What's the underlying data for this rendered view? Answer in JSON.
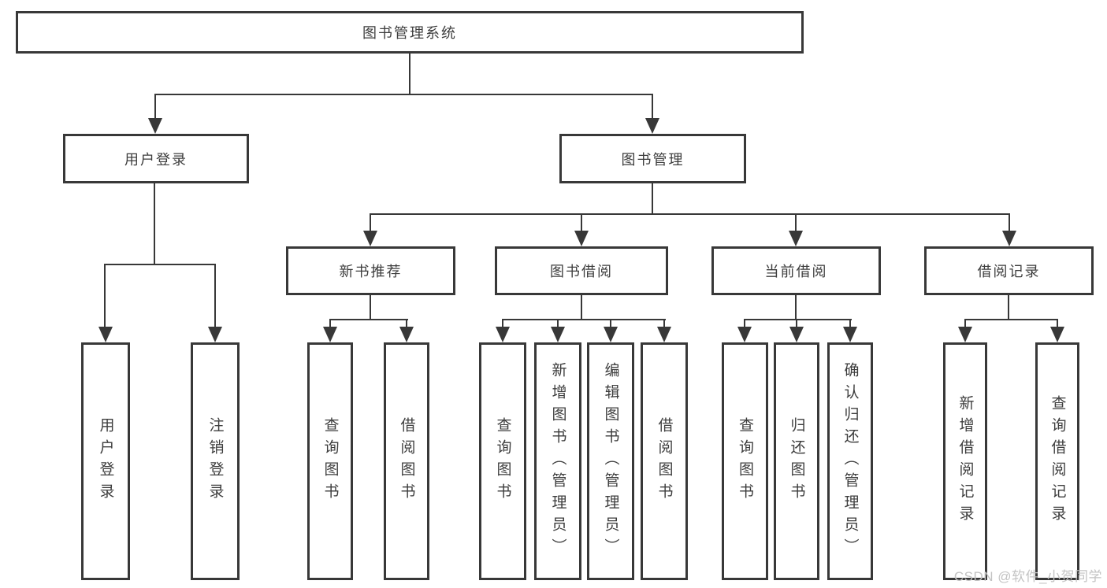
{
  "diagram_title": "图书管理系统",
  "tree": {
    "root": {
      "label": "图书管理系统"
    },
    "branches": [
      {
        "label": "用户登录",
        "children": [
          {
            "label": "用户登录"
          },
          {
            "label": "注销登录"
          }
        ]
      },
      {
        "label": "图书管理",
        "children": [
          {
            "label": "新书推荐",
            "children": [
              {
                "label": "查询图书"
              },
              {
                "label": "借阅图书"
              }
            ]
          },
          {
            "label": "图书借阅",
            "children": [
              {
                "label": "查询图书"
              },
              {
                "label": "新增图书（管理员）"
              },
              {
                "label": "编辑图书（管理员）"
              },
              {
                "label": "借阅图书"
              }
            ]
          },
          {
            "label": "当前借阅",
            "children": [
              {
                "label": "查询图书"
              },
              {
                "label": "归还图书"
              },
              {
                "label": "确认归还（管理员）"
              }
            ]
          },
          {
            "label": "借阅记录",
            "children": [
              {
                "label": "新增借阅记录"
              },
              {
                "label": "查询借阅记录"
              }
            ]
          }
        ]
      }
    ]
  },
  "watermark": {
    "text": "CSDN @软件_小贺同学"
  },
  "colors": {
    "line": "#383838",
    "text": "#3d3d3d",
    "background": "#ffffff",
    "watermark": "#c3c3c3"
  }
}
